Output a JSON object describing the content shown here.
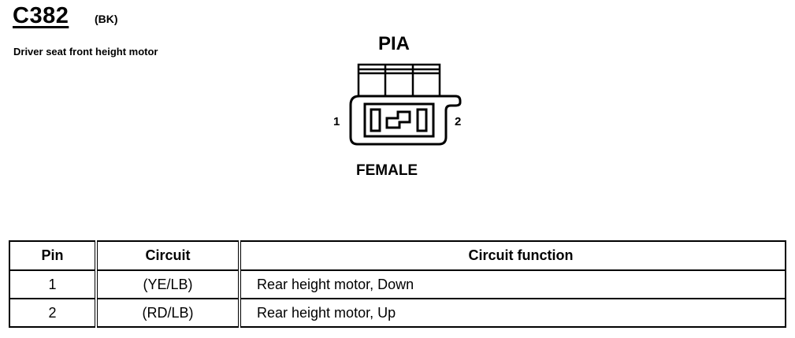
{
  "connector": {
    "code": "C382",
    "color": "(BK)",
    "description": "Driver seat front height motor",
    "view_label": "PIA",
    "gender_label": "FEMALE",
    "pins": [
      "1",
      "2"
    ]
  },
  "table": {
    "headers": [
      "Pin",
      "Circuit",
      "Circuit function"
    ],
    "rows": [
      {
        "pin": "1",
        "circuit": "(YE/LB)",
        "function": "Rear height motor, Down"
      },
      {
        "pin": "2",
        "circuit": "(RD/LB)",
        "function": "Rear height motor, Up"
      }
    ]
  }
}
